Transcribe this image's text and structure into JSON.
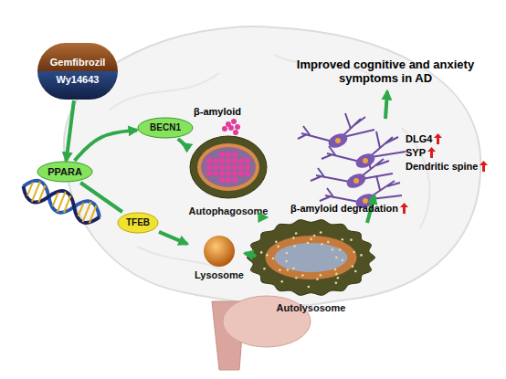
{
  "diagram": {
    "nodes": [
      {
        "text": [
          "Gemfibrozil",
          "Wy14643"
        ]
      },
      {
        "text": [
          "PPARA"
        ]
      },
      {
        "text": [
          "BECN1"
        ]
      },
      {
        "text": [
          "TFEB"
        ]
      },
      {
        "text": [
          "Autophagosome"
        ]
      },
      {
        "text": [
          "Lysosome"
        ]
      },
      {
        "text": [
          "Autolysosome"
        ]
      }
    ],
    "edges": [
      {
        "from": 0,
        "to": 1,
        "arrow": "to"
      },
      {
        "from": 1,
        "to": 2,
        "arrow": "to"
      },
      {
        "from": 1,
        "to": 3,
        "arrow": "none"
      },
      {
        "from": 3,
        "to": 5,
        "arrow": "to"
      },
      {
        "from": 2,
        "to": 4,
        "arrow": "to"
      },
      {
        "from": 4,
        "to": 6,
        "arrow": "to"
      },
      {
        "from": 5,
        "to": 6,
        "arrow": "to"
      }
    ],
    "labels": [
      "Improved cognitive and anxiety symptoms in AD",
      "β-amyloid",
      "β-amyloid degradation",
      "DLG4",
      "SYP",
      "Dendritic spine"
    ]
  }
}
